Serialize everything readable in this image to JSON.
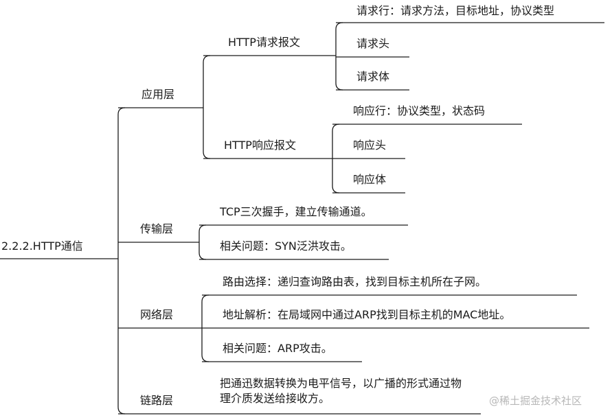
{
  "colors": {
    "line": "#1a1a1a",
    "text": "#1a1a1a",
    "watermark": "#b7b7b7"
  },
  "root": {
    "label": "2.2.2.HTTP通信"
  },
  "layers": [
    {
      "label": "应用层",
      "groups": [
        {
          "label": "HTTP请求报文",
          "items": [
            "请求行：请求方法，目标地址，协议类型",
            "请求头",
            "请求体"
          ]
        },
        {
          "label": "HTTP响应报文",
          "items": [
            "响应行：协议类型，状态码",
            "响应头",
            "响应体"
          ]
        }
      ]
    },
    {
      "label": "传输层",
      "items": [
        "TCP三次握手，建立传输通道。",
        "相关问题：SYN泛洪攻击。"
      ]
    },
    {
      "label": "网络层",
      "items": [
        "路由选择：递归查询路由表，找到目标主机所在子网。",
        "地址解析：在局域网中通过ARP找到目标主机的MAC地址。",
        "相关问题：ARP攻击。"
      ]
    },
    {
      "label": "链路层",
      "items": [
        "把通迅数据转换为电平信号，以广播的形式通过物理介质发送给接收方。"
      ]
    }
  ],
  "watermark": {
    "text": "@稀土掘金技术社区"
  }
}
